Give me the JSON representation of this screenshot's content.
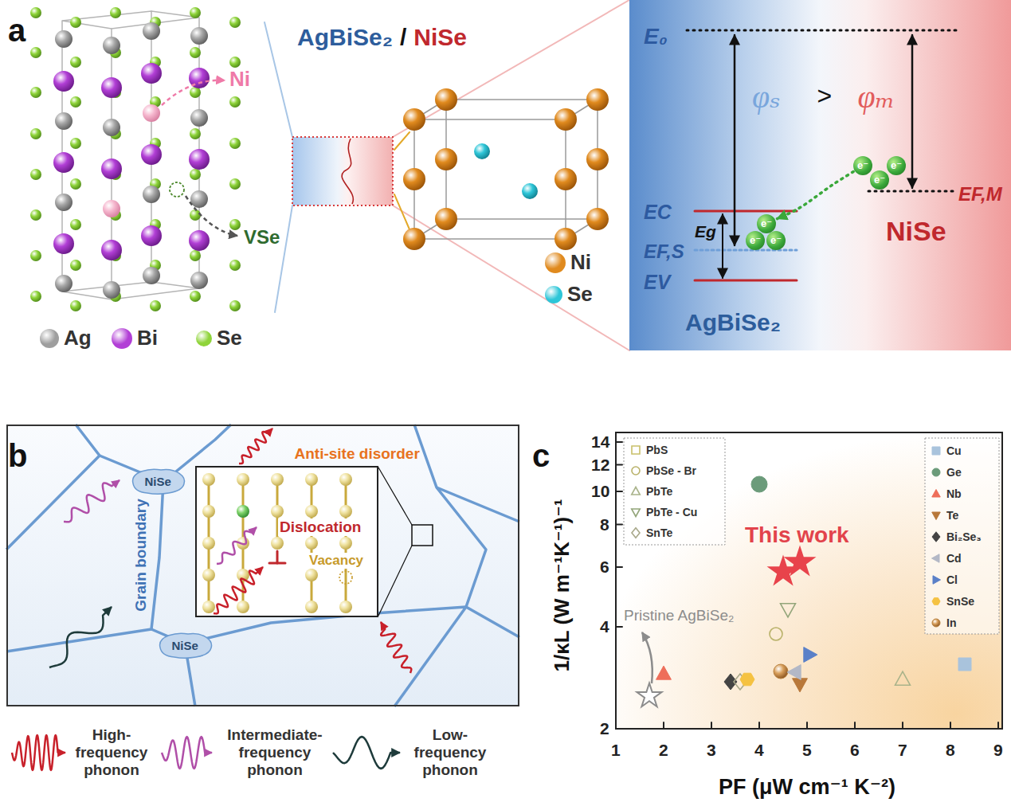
{
  "diagram": {
    "nodes": [
      {
        "text": [
          "AgBiSe₂",
          "NiSe"
        ]
      },
      {
        "text": [
          "e⁻"
        ],
        "in": 0
      },
      {
        "text": [
          "e⁻"
        ],
        "in": 0
      },
      {
        "text": [
          "e⁻"
        ],
        "in": 0
      },
      {
        "text": [
          "e⁻"
        ],
        "in": 0
      },
      {
        "text": [
          "e⁻"
        ],
        "in": 0
      },
      {
        "text": [
          "e⁻"
        ],
        "in": 0
      },
      {
        "text": [
          "Grain boundary"
        ]
      },
      {
        "text": [
          "NiSe"
        ],
        "in": 7
      },
      {
        "text": [
          "Anti-site disorder",
          "Dislocation",
          "Vacancy"
        ],
        "in": 7
      },
      {
        "text": [
          "NiSe"
        ],
        "in": 7
      }
    ],
    "edges": [
      {
        "from": 1,
        "to": 4,
        "arrow": "to"
      }
    ],
    "labels": [
      "a",
      "Ni",
      "VSe",
      "AgBiSe₂",
      "/",
      "NiSe",
      "E₀",
      "φₛ",
      ">",
      "φₘ",
      "EF,M",
      "EC",
      "Eg",
      "EF,S",
      "EV",
      "b",
      "c",
      "14",
      "12",
      "10",
      "8",
      "6",
      "4",
      "2",
      "1/κL (W m⁻¹K⁻¹)⁻¹",
      "This work",
      "Pristine AgBiSe₂",
      "1",
      "2",
      "3",
      "4",
      "5",
      "6",
      "7",
      "8",
      "9",
      "PF (μW cm⁻¹ K⁻²)"
    ],
    "legend": [
      {
        "text": "Ag",
        "color": "#9e9e9e"
      },
      {
        "text": "Bi",
        "color": "#b23fd6"
      },
      {
        "text": "Se",
        "color": "#8fd43a"
      },
      {
        "text": "Ni",
        "color": "#e08a1e"
      },
      {
        "text": "Se",
        "color": "#2ec6d8"
      },
      {
        "text": "High-frequency phonon"
      },
      {
        "text": "Intermediate-frequency phonon"
      },
      {
        "text": "Low-frequency phonon"
      },
      {
        "text": "PbS"
      },
      {
        "text": "PbSe - Br"
      },
      {
        "text": "PbTe"
      },
      {
        "text": "PbTe - Cu"
      },
      {
        "text": "SnTe"
      },
      {
        "text": "Cu"
      },
      {
        "text": "Ge"
      },
      {
        "text": "Nb"
      },
      {
        "text": "Te"
      },
      {
        "text": "Bi₂Se₃"
      },
      {
        "text": "Cd"
      },
      {
        "text": "Cl"
      },
      {
        "text": "SnSe"
      },
      {
        "text": "In"
      }
    ]
  }
}
